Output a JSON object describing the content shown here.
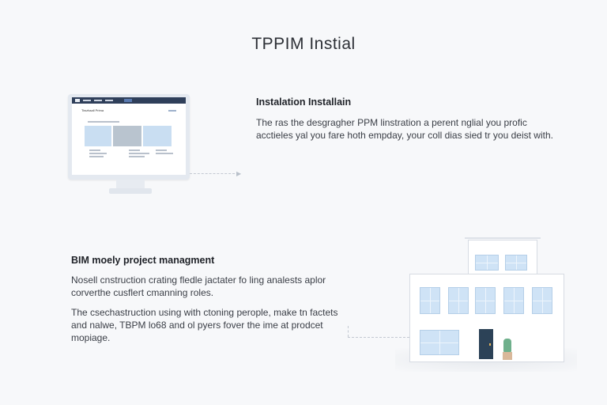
{
  "page": {
    "title": "TPPIM  Instial"
  },
  "section_installation": {
    "heading": "Instalation Installain",
    "body": "The ras the desgragher PPM linstration a perent nglial you profic acctieles yal you fare hoth empday, your coll dias sied tr you deist with."
  },
  "section_bim": {
    "heading": "BIM moely project managment",
    "paragraph_1": "Nosell cnstruction crating fledle jactater fo ling analests aplor corverthe cusflert cmanning roles.",
    "paragraph_2": "The csechastruction using with ctoning perople, make tn factets and nalwe, TBPM lo68 and ol pyers fover the ime at prodcet mopiage."
  },
  "illustration_monitor": {
    "screen_heading": "Tiwzhaall Prima"
  },
  "colors": {
    "background": "#f7f8fa",
    "nav_dark": "#2f3f5a",
    "window_blue": "#cfe3f6",
    "door": "#2c4257",
    "plant": "#6fb08c"
  }
}
